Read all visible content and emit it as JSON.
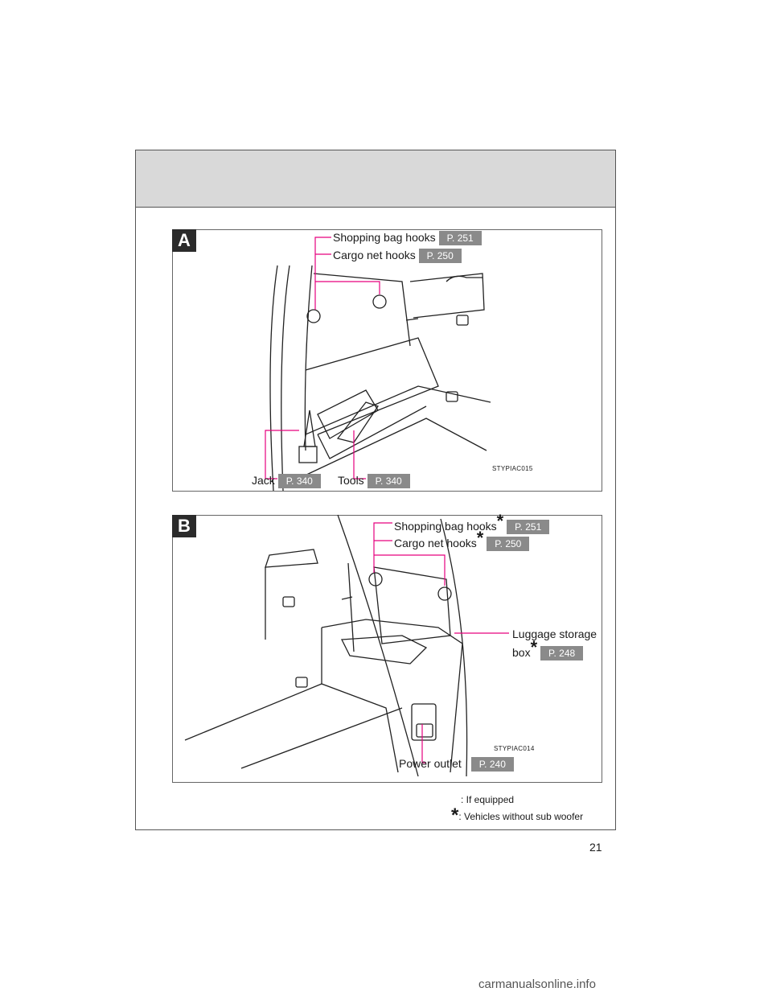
{
  "panel_a": {
    "letter": "A",
    "shopping_bag_hooks": {
      "label": "Shopping bag hooks",
      "page": "P. 251"
    },
    "cargo_net_hooks": {
      "label": "Cargo net hooks",
      "page": "P. 250"
    },
    "jack": {
      "label": "Jack",
      "page": "P. 340"
    },
    "tools": {
      "label": "Tools",
      "page": "P. 340"
    },
    "image_code": "STYPIAC015"
  },
  "panel_b": {
    "letter": "B",
    "shopping_bag_hooks": {
      "label": "Shopping bag hooks",
      "page": "P. 251"
    },
    "cargo_net_hooks": {
      "label": "Cargo net hooks",
      "page": "P. 250"
    },
    "luggage_storage": {
      "label_line1": "Luggage storage",
      "label_line2": "box",
      "page": "P. 248"
    },
    "power_outlet": {
      "label": "Power outlet",
      "page": "P. 240"
    },
    "image_code": "STYPIAC014"
  },
  "legend": {
    "star": "*",
    "line1": ": If equipped",
    "line2": ": Vehicles without sub woofer"
  },
  "page_number": "21",
  "watermark": "carmanualsonline.info",
  "colors": {
    "leader": "#e6007e",
    "badge": "#8a8a8a",
    "header_band": "#d9d9d9"
  }
}
